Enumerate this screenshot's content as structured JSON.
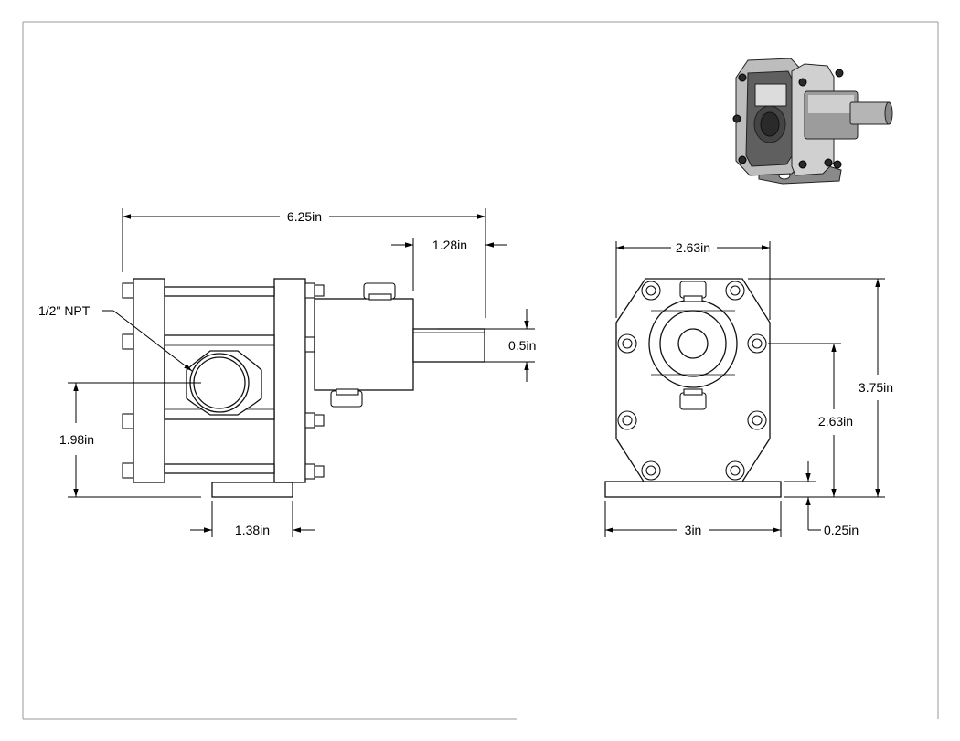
{
  "drawing": {
    "callout_port": "1/2\" NPT",
    "front_view": {
      "overall_length": "6.25in",
      "shaft_length": "1.28in",
      "shaft_diameter": "0.5in",
      "port_height": "1.98in",
      "foot_width": "1.38in"
    },
    "side_view": {
      "flange_width": "2.63in",
      "overall_height": "3.75in",
      "shaft_height": "2.63in",
      "base_width": "3in",
      "base_thickness": "0.25in"
    }
  },
  "colors": {
    "line": "#000000",
    "frame": "#9a9a9a",
    "background": "#ffffff"
  },
  "icons": {
    "iso_view": "pump-isometric-icon"
  }
}
